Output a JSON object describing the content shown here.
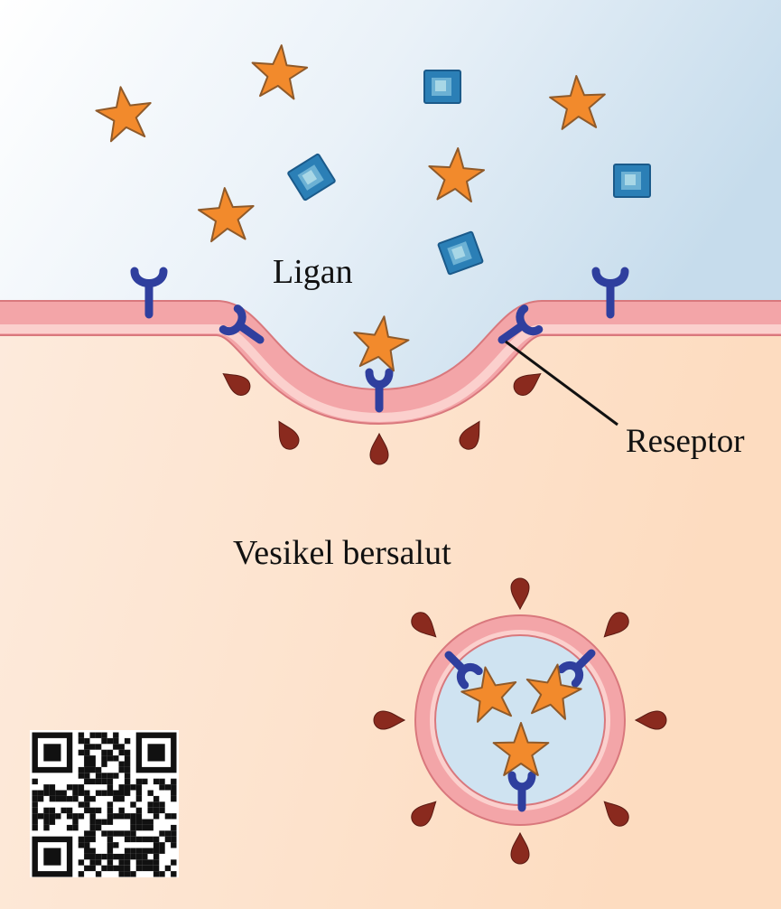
{
  "labels": {
    "ligand": "Ligan",
    "receptor": "Reseptor",
    "vesicle": "Vesikel bersalut"
  },
  "colors": {
    "extracellular_top": "#f7fbff",
    "extracellular_right": "#cfe2f0",
    "cytoplasm": "#fde6d3",
    "membrane_outer": "#f3a5a8",
    "membrane_inner": "#fbd0cd",
    "membrane_edge": "#d9787d",
    "receptor": "#2f3f9e",
    "ligand_star": "#f28a2c",
    "ligand_star_edge": "#8f5a2a",
    "cube": "#2b7fb6",
    "coat_spike": "#8a2a1e",
    "vesicle_lumen": "#cfe3f1"
  },
  "icons": {
    "ligand": "star-icon",
    "other_molecule": "cube-icon",
    "receptor": "y-receptor-icon",
    "coat_protein": "teardrop-icon",
    "qr": "qr-code-icon"
  }
}
